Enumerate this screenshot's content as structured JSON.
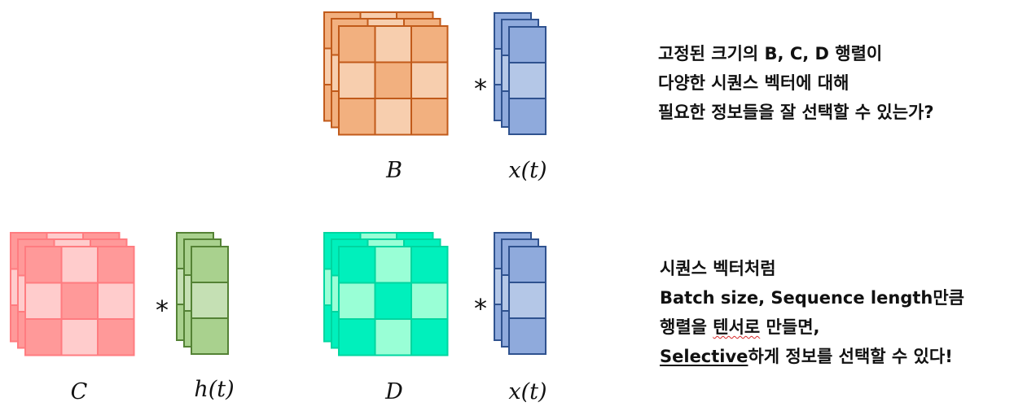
{
  "colors": {
    "orange": {
      "stroke": "#c15a1a",
      "dark": "#f2b07f",
      "light": "#f7ceae"
    },
    "blue": {
      "stroke": "#2f528f",
      "dark": "#8faadc",
      "light": "#b4c7e7"
    },
    "red": {
      "stroke": "#ff7c80",
      "dark": "#ff9999",
      "light": "#ffcccc"
    },
    "green": {
      "stroke": "#548235",
      "dark": "#a9d18e",
      "light": "#c5e0b4"
    },
    "teal": {
      "stroke": "#00d6a0",
      "dark": "#00f0bc",
      "light": "#99ffd6"
    }
  },
  "labels": {
    "B": "B",
    "x_t_top": "x(t)",
    "C": "C",
    "h_t": "h(t)",
    "D": "D",
    "x_t_bottom": "x(t)",
    "star": "*"
  },
  "notes": {
    "top": {
      "line1": "고정된 크기의 B, C, D 행렬이",
      "line2": "다양한 시퀀스 벡터에 대해",
      "line3": "필요한 정보들을 잘 선택할 수 있는가?"
    },
    "bottom": {
      "line1": "시퀀스 벡터처럼",
      "line2": "Batch size, Sequence length만큼",
      "line3_a": "행렬을 ",
      "line3_b": "텐서로",
      "line3_c": " 만들면,",
      "line4_a": "Selective",
      "line4_b": "하게 정보를 선택할 수 있다!"
    }
  }
}
